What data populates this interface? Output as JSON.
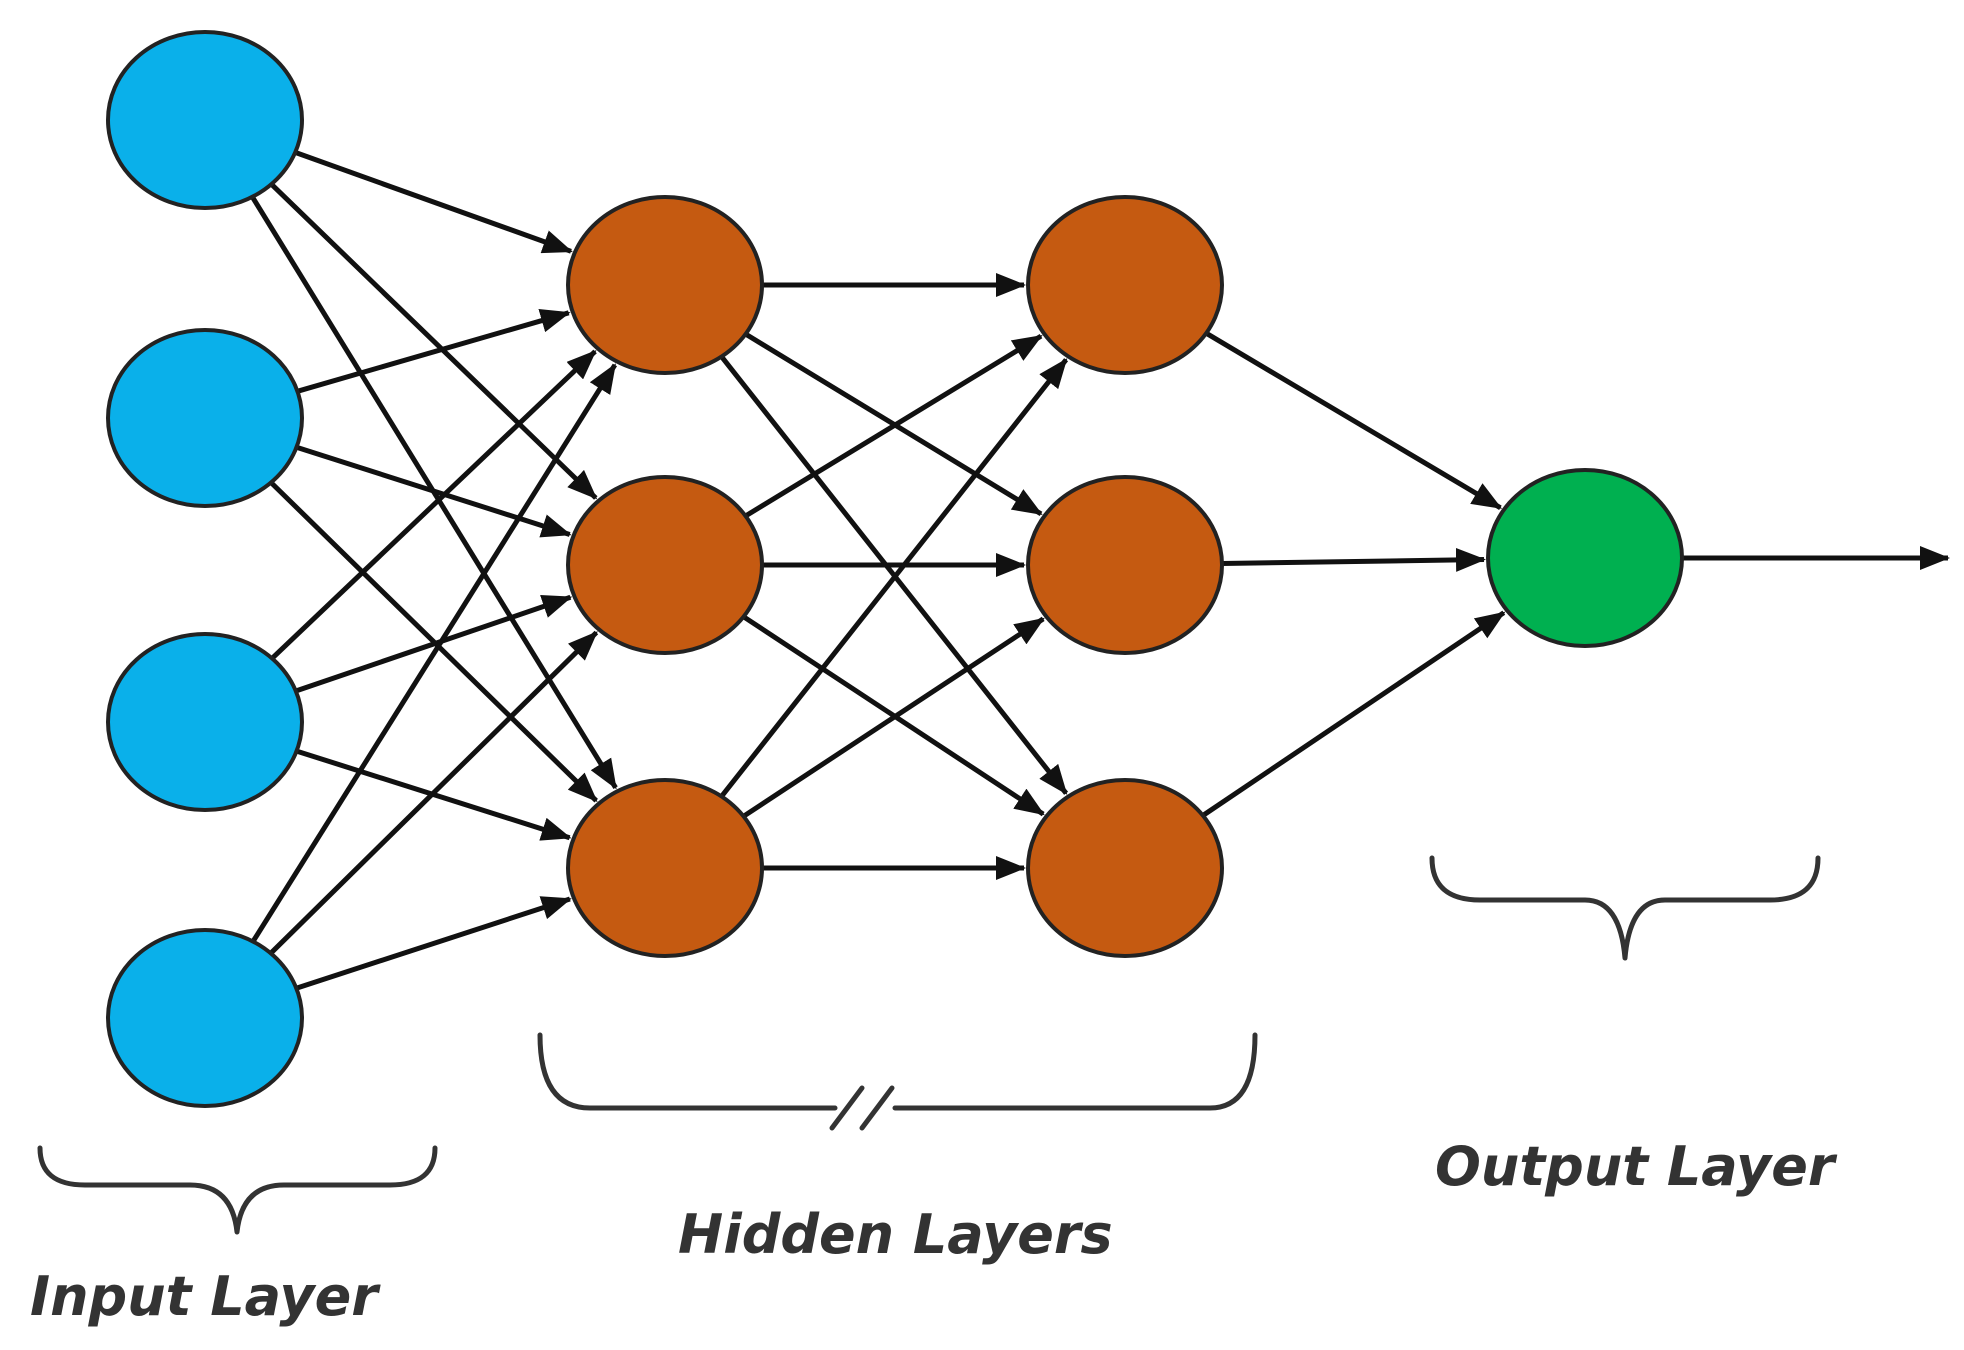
{
  "labels": {
    "input": "Input Layer",
    "hidden": "Hidden Layers",
    "output": "Output Layer"
  },
  "colors": {
    "input": "#0ab0ea",
    "hidden": "#c55a11",
    "output": "#00b050",
    "edge": "#111111"
  },
  "layers": [
    {
      "kind": "input",
      "count": 4
    },
    {
      "kind": "hidden",
      "count": 3
    },
    {
      "kind": "hidden",
      "count": 3
    },
    {
      "kind": "output",
      "count": 1
    }
  ]
}
